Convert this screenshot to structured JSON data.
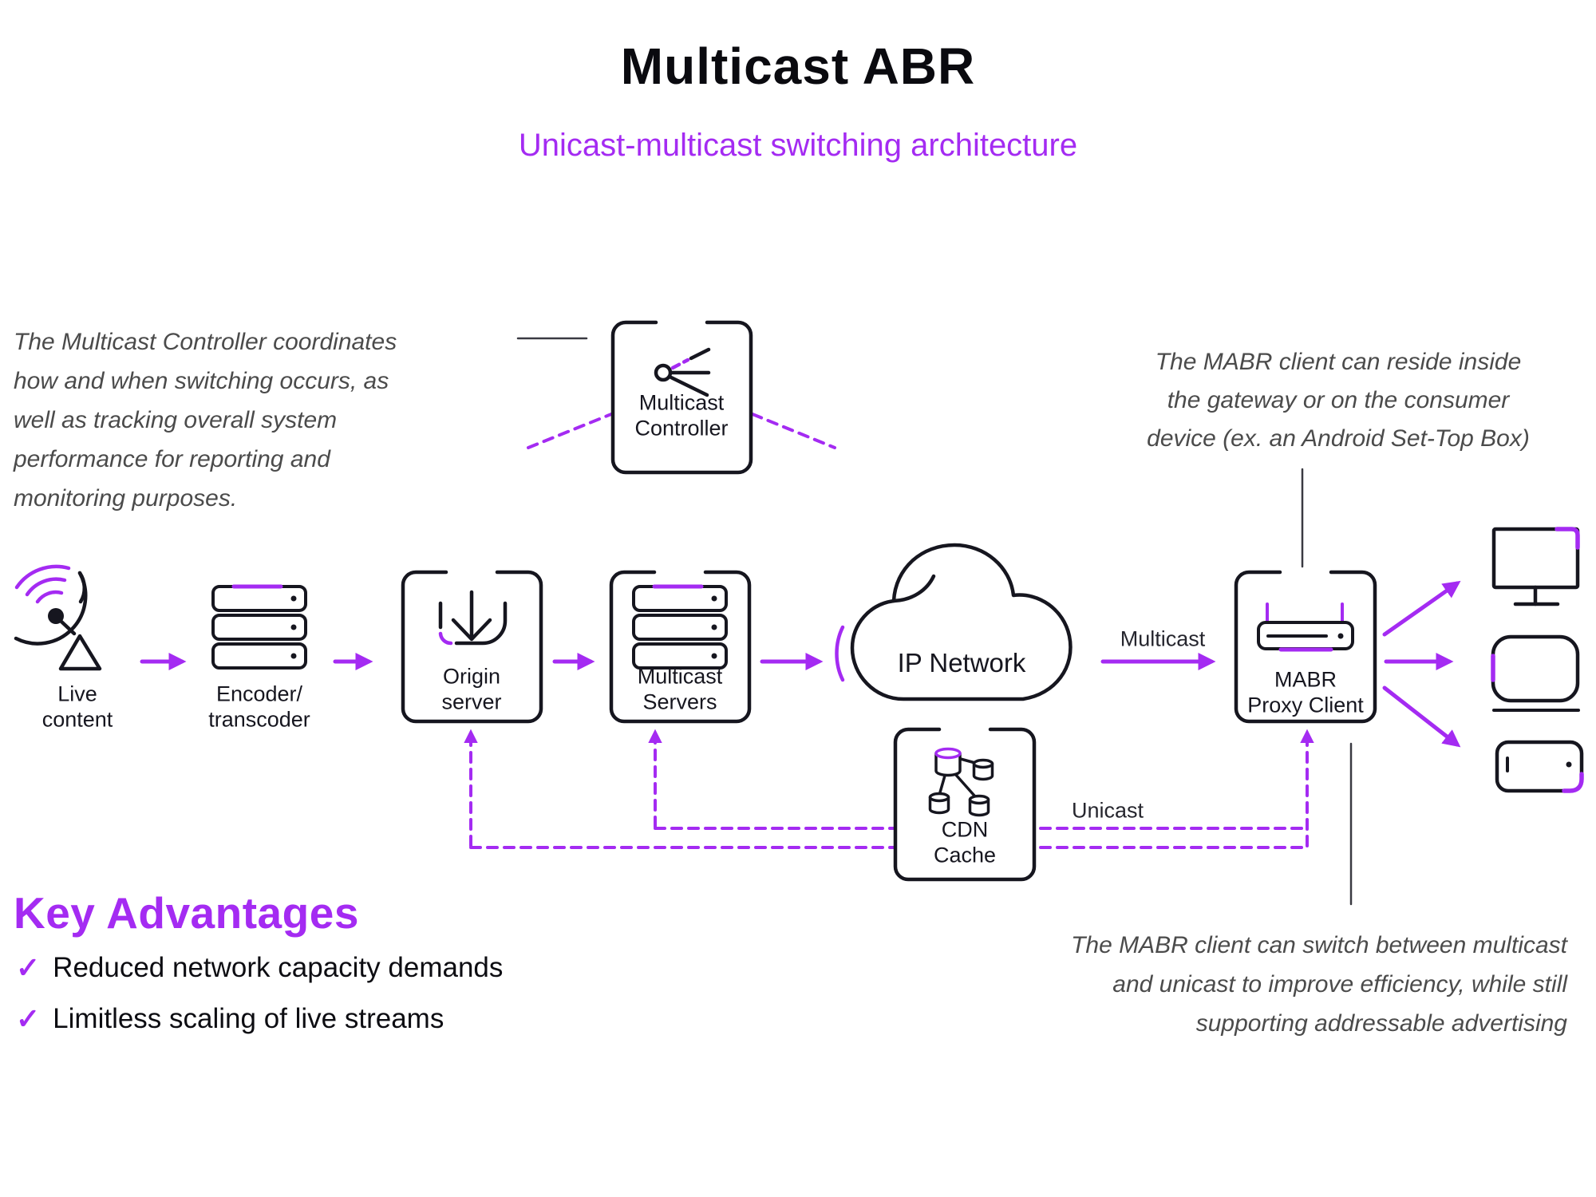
{
  "header": {
    "title": "Multicast ABR",
    "subtitle": "Unicast-multicast switching architecture"
  },
  "annotations": {
    "controller_note": "The Multicast Controller coordinates\nhow and when switching occurs, as\nwell as tracking overall system\nperformance for reporting and\nmonitoring purposes.",
    "client_location_note": "The MABR client can reside inside\nthe gateway or on the consumer\ndevice (ex. an Android Set-Top Box)",
    "client_switching_note": "The MABR client can switch between multicast\nand unicast to improve efficiency, while still\nsupporting addressable advertising"
  },
  "nodes": {
    "live_content": {
      "label": "Live\ncontent",
      "icon": "satellite-dish-icon"
    },
    "encoder": {
      "label": "Encoder/\ntranscoder",
      "icon": "server-stack-icon"
    },
    "origin_server": {
      "label": "Origin\nserver",
      "icon": "download-tray-icon"
    },
    "multicast_servers": {
      "label": "Multicast\nServers",
      "icon": "server-stack-icon"
    },
    "multicast_controller": {
      "label": "Multicast\nController",
      "icon": "branch-split-icon"
    },
    "ip_network": {
      "label": "IP Network",
      "icon": "cloud-icon"
    },
    "cdn_cache": {
      "label": "CDN\nCache",
      "icon": "database-cluster-icon"
    },
    "mabr_proxy_client": {
      "label": "MABR\nProxy Client",
      "icon": "router-icon"
    },
    "devices": {
      "icons": [
        "desktop-monitor-icon",
        "tv-icon",
        "smartphone-icon"
      ]
    }
  },
  "edges": {
    "multicast_label": "Multicast",
    "unicast_label": "Unicast"
  },
  "key_advantages": {
    "heading": "Key Advantages",
    "check_icon": "✓",
    "items": [
      {
        "text": "Reduced network capacity demands"
      },
      {
        "text": "Limitless scaling of live streams"
      }
    ]
  },
  "colors": {
    "accent_purple": "#a42bf2",
    "ink": "#16161f",
    "annotation_gray": "#4b4b4b"
  }
}
